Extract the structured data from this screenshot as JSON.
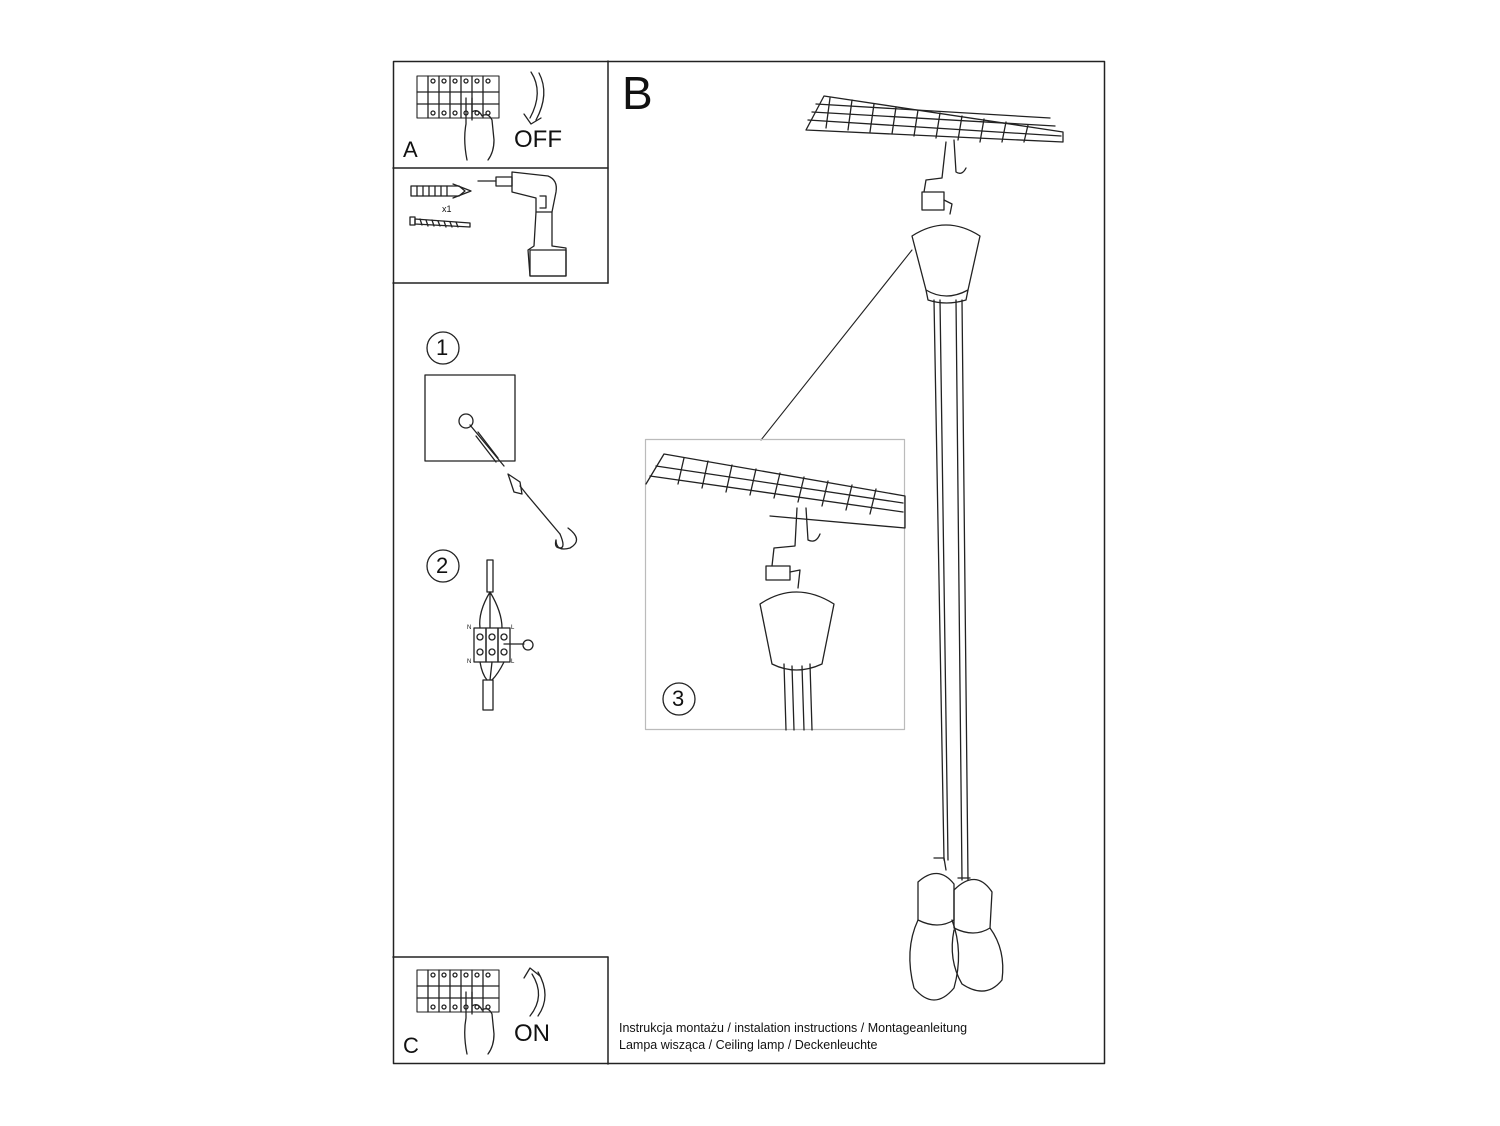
{
  "panels": {
    "a": {
      "letter": "A",
      "switch_text": "OFF"
    },
    "b": {
      "letter": "B"
    },
    "c": {
      "letter": "C",
      "switch_text": "ON"
    }
  },
  "tools": {
    "quantity": "x1"
  },
  "steps": [
    {
      "number": "1"
    },
    {
      "number": "2"
    },
    {
      "number": "3"
    }
  ],
  "terminal_labels": {
    "neutral": "N",
    "line": "L"
  },
  "caption": {
    "line1": "Instrukcja montażu / instalation instructions / Montageanleitung",
    "line2": "Lampa wisząca / Ceiling lamp  / Deckenleuchte"
  }
}
